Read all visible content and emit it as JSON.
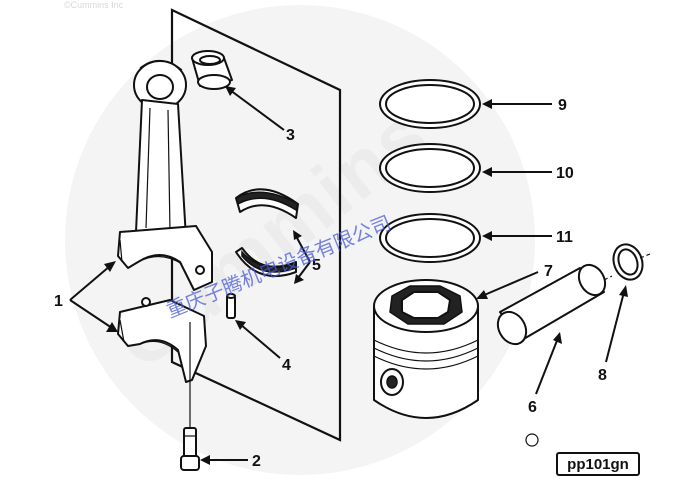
{
  "watermark": {
    "copyright": "©Cummins Inc",
    "brand": "Cummins",
    "company_cn": "重庆子腾机电设备有限公司"
  },
  "figure_id": "pp101gn",
  "callouts": [
    {
      "id": "1",
      "label": "1"
    },
    {
      "id": "2",
      "label": "2"
    },
    {
      "id": "3",
      "label": "3"
    },
    {
      "id": "4",
      "label": "4"
    },
    {
      "id": "5",
      "label": "5"
    },
    {
      "id": "6",
      "label": "6"
    },
    {
      "id": "7",
      "label": "7"
    },
    {
      "id": "8",
      "label": "8"
    },
    {
      "id": "9",
      "label": "9"
    },
    {
      "id": "10",
      "label": "10"
    },
    {
      "id": "11",
      "label": "11"
    }
  ],
  "colors": {
    "line": "#111111",
    "watermark_text": "#4a5bd6",
    "watermark_brand": "#ececec"
  }
}
